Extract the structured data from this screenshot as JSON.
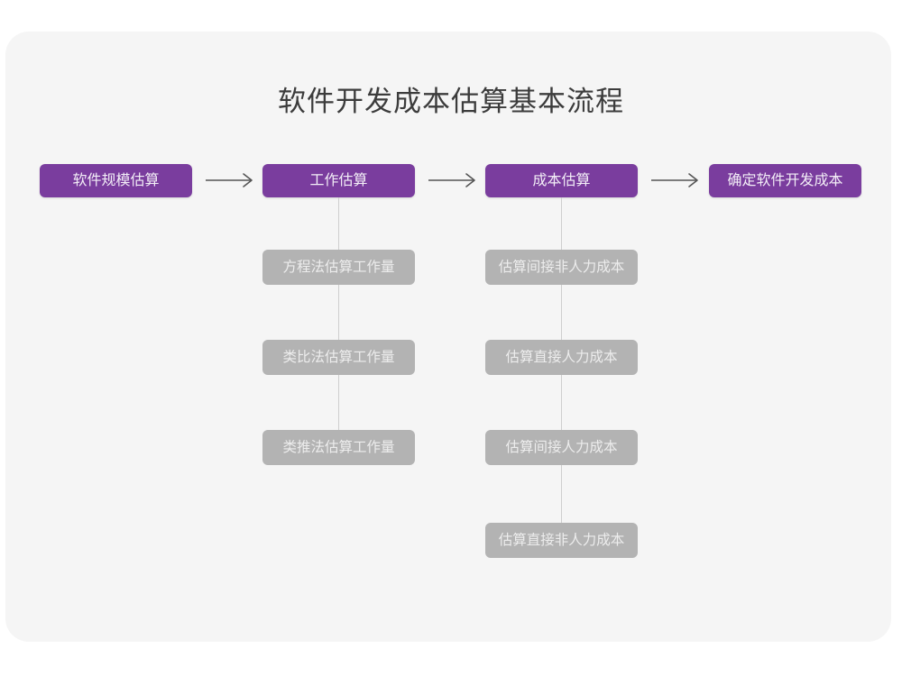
{
  "title": "软件开发成本估算基本流程",
  "colors": {
    "page_background": "#ffffff",
    "card_background": "#f5f5f5",
    "stage_box": "#7a3d9e",
    "stage_text": "#f3eef7",
    "sub_box": "#b3b3b3",
    "sub_text": "#ededed",
    "connector_line": "#cfcfcf",
    "arrow": "#555555",
    "title_text": "#3c3c3c"
  },
  "flow": {
    "stages": [
      {
        "id": "stage-1",
        "label": "软件规模估算"
      },
      {
        "id": "stage-2",
        "label": "工作估算"
      },
      {
        "id": "stage-3",
        "label": "成本估算"
      },
      {
        "id": "stage-4",
        "label": "确定软件开发成本"
      }
    ],
    "arrows": [
      {
        "id": "arrow-1",
        "glyph": "arrow-right-icon"
      },
      {
        "id": "arrow-2",
        "glyph": "arrow-right-icon"
      },
      {
        "id": "arrow-3",
        "glyph": "arrow-right-icon"
      }
    ],
    "branches": [
      {
        "parent": "工作估算",
        "items": [
          "方程法估算工作量",
          "类比法估算工作量",
          "类推法估算工作量"
        ]
      },
      {
        "parent": "成本估算",
        "items": [
          "估算间接非人力成本",
          "估算直接人力成本",
          "估算间接人力成本",
          "估算直接非人力成本"
        ]
      }
    ]
  }
}
